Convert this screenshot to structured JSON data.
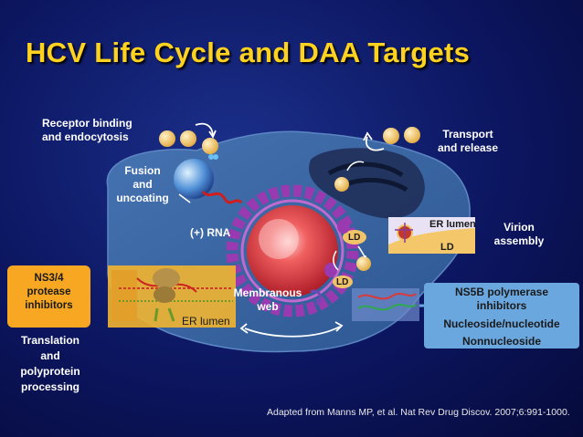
{
  "title": "HCV Life Cycle and DAA Targets",
  "labels": {
    "receptor_line1": "Receptor binding",
    "receptor_line2": "and endocytosis",
    "fusion_line1": "Fusion",
    "fusion_line2": "and",
    "fusion_line3": "uncoating",
    "rna": "(+) RNA",
    "transport_line1": "Transport",
    "transport_line2": "and release",
    "er_lumen_top": "ER lumen",
    "ld_top": "LD",
    "ld_mid": "LD",
    "ld_low": "LD",
    "virion_line1": "Virion",
    "virion_line2": "assembly",
    "membranous_line1": "Membranous",
    "membranous_line2": "web",
    "er_lumen_bottom": "ER lumen",
    "translation_line1": "Translation",
    "translation_line2": "and",
    "translation_line3": "polyprotein",
    "translation_line4": "processing"
  },
  "targets": {
    "ns34_line1": "NS3/4",
    "ns34_line2": "protease",
    "ns34_line3": "inhibitors",
    "ns5b_line1": "NS5B polymerase",
    "ns5b_line2": "inhibitors",
    "ns5b_line3": "Nucleoside/nucleotide",
    "ns5b_line4": "Nonnucleoside"
  },
  "citation": "Adapted from Manns MP, et al. Nat Rev Drug Discov. 2007;6:991-1000.",
  "colors": {
    "title": "#ffd21f",
    "cell": "#3a68a6",
    "nucleus": "#e03a3a",
    "er": "#9a3ab0",
    "virion": "#f2c46a",
    "ns34_box": "#f7a722",
    "ns5b_box": "#6ba7df"
  }
}
